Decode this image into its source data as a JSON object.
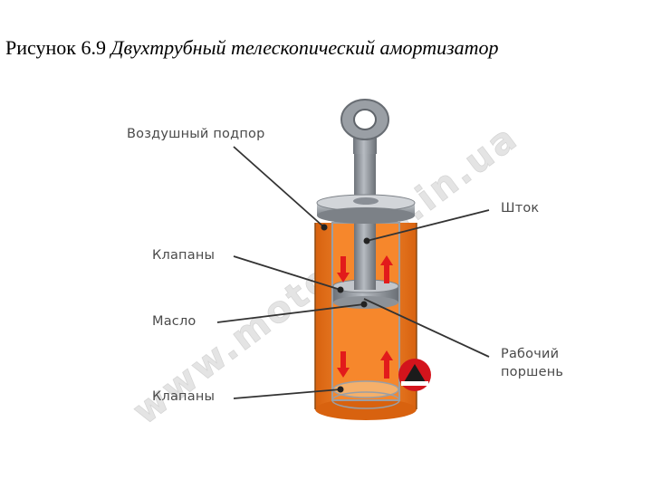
{
  "caption": {
    "number": "Рисунок 6.9",
    "title": "Двухтрубный телескопический амортизатор"
  },
  "labels": {
    "air_support": "Воздушный подпор",
    "valves_top": "Клапаны",
    "oil": "Масло",
    "valves_bottom": "Клапаны",
    "rod": "Шток",
    "piston_line1": "Рабочий",
    "piston_line2": "поршень"
  },
  "watermark": "www.mototech.in.ua",
  "colors": {
    "oil": "#f07a1e",
    "oil_dark": "#c85a0c",
    "steel": "#8a8f96",
    "arrow": "#e21b1b"
  }
}
